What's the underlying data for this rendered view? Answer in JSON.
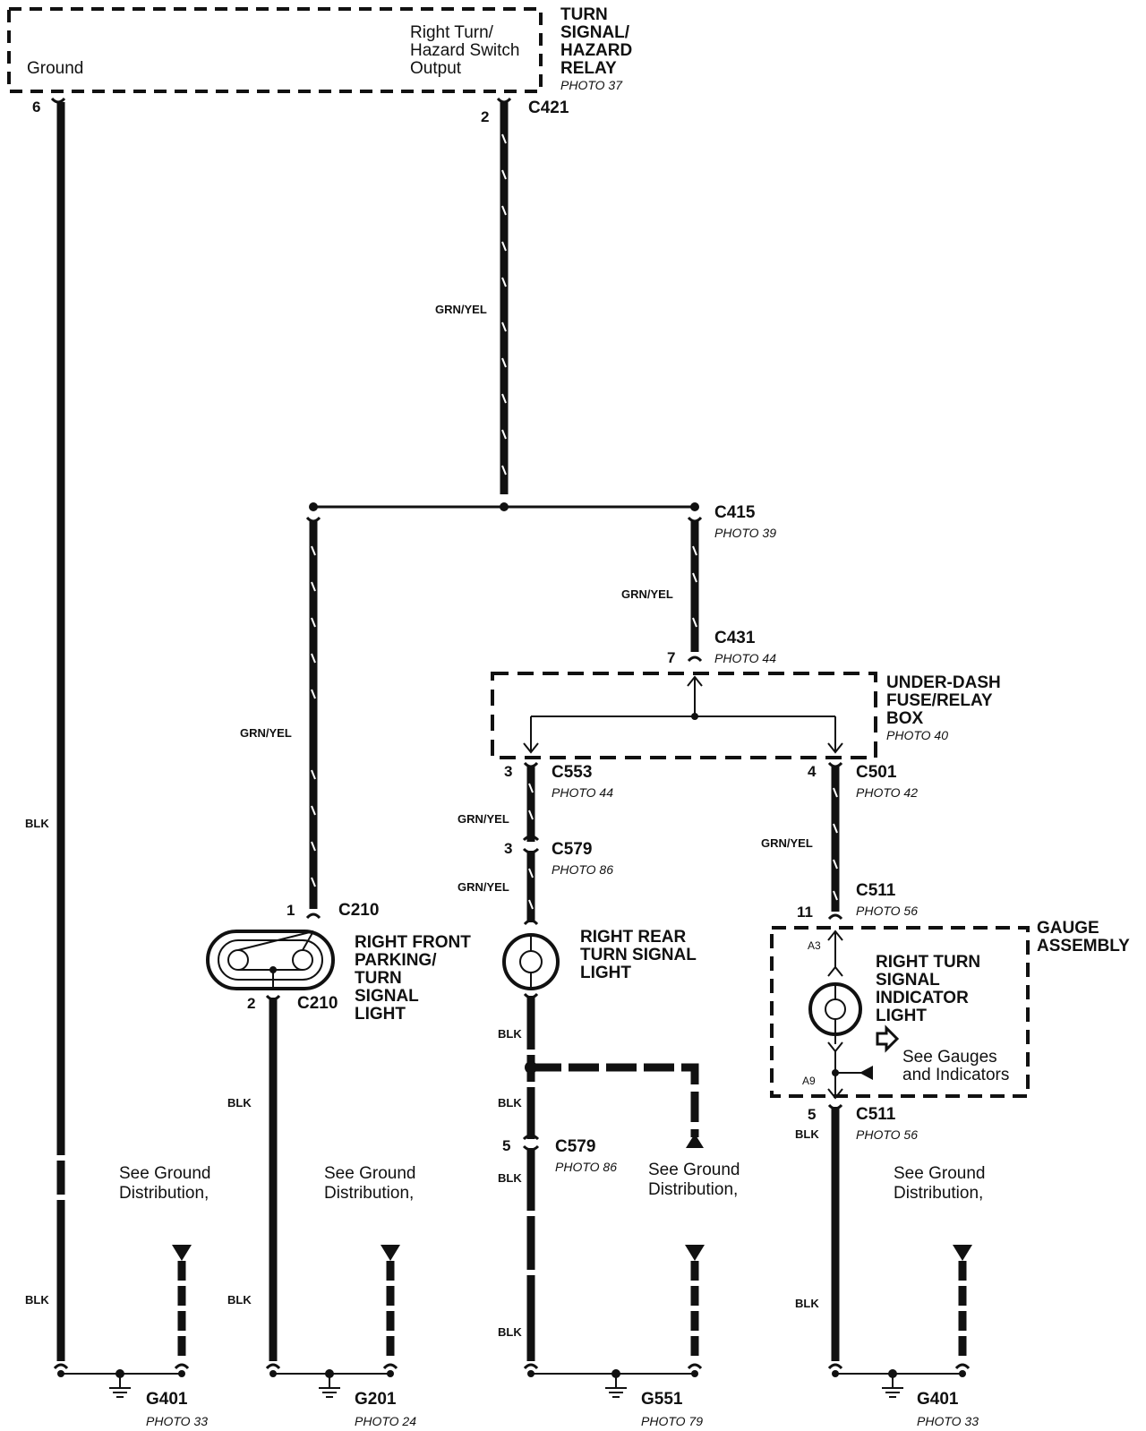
{
  "relay": {
    "title": [
      "TURN",
      "SIGNAL/",
      "HAZARD",
      "RELAY"
    ],
    "photo": "PHOTO 37",
    "ground_label": "Ground",
    "output_label": [
      "Right Turn/",
      "Hazard Switch",
      "Output"
    ],
    "pin_ground": "6",
    "pin_output": "2",
    "connector": "C421"
  },
  "wires": {
    "grn_yel": "GRN/YEL",
    "blk": "BLK"
  },
  "splice": {
    "connector": "C415",
    "photo": "PHOTO 39"
  },
  "fuse_box": {
    "title": [
      "UNDER-DASH",
      "FUSE/RELAY",
      "BOX"
    ],
    "photo": "PHOTO 40",
    "in_pin": "7",
    "in_connector": "C431",
    "in_photo": "PHOTO 44",
    "out_left_pin": "3",
    "out_left_connector": "C553",
    "out_left_photo": "PHOTO 44",
    "out_right_pin": "4",
    "out_right_connector": "C501",
    "out_right_photo": "PHOTO 42"
  },
  "front_light": {
    "title": [
      "RIGHT FRONT",
      "PARKING/",
      "TURN",
      "SIGNAL",
      "LIGHT"
    ],
    "pin_top": "1",
    "conn_top": "C210",
    "pin_bottom": "2",
    "conn_bottom": "C210"
  },
  "rear_light": {
    "title": [
      "RIGHT REAR",
      "TURN SIGNAL",
      "LIGHT"
    ],
    "c579_pin_top": "3",
    "c579": "C579",
    "c579_photo": "PHOTO 86",
    "c579_pin_bottom": "5",
    "c579_bottom": "C579",
    "c579_bottom_photo": "PHOTO 86"
  },
  "gauge": {
    "title": [
      "GAUGE",
      "ASSEMBLY"
    ],
    "c511_pin_top": "11",
    "c511_top": "C511",
    "c511_top_photo": "PHOTO 56",
    "pin_a3": "A3",
    "pin_a9": "A9",
    "indicator": [
      "RIGHT TURN",
      "SIGNAL",
      "INDICATOR",
      "LIGHT"
    ],
    "see_gauges": [
      "See Gauges",
      "and Indicators"
    ],
    "c511_pin_bottom": "5",
    "c511_bottom": "C511",
    "c511_bottom_photo": "PHOTO 56"
  },
  "ground_ref": [
    "See Ground",
    "Distribution,"
  ],
  "grounds": [
    {
      "name": "G401",
      "photo": "PHOTO 33"
    },
    {
      "name": "G201",
      "photo": "PHOTO 24"
    },
    {
      "name": "G551",
      "photo": "PHOTO 79"
    },
    {
      "name": "G401",
      "photo": "PHOTO 33"
    }
  ]
}
